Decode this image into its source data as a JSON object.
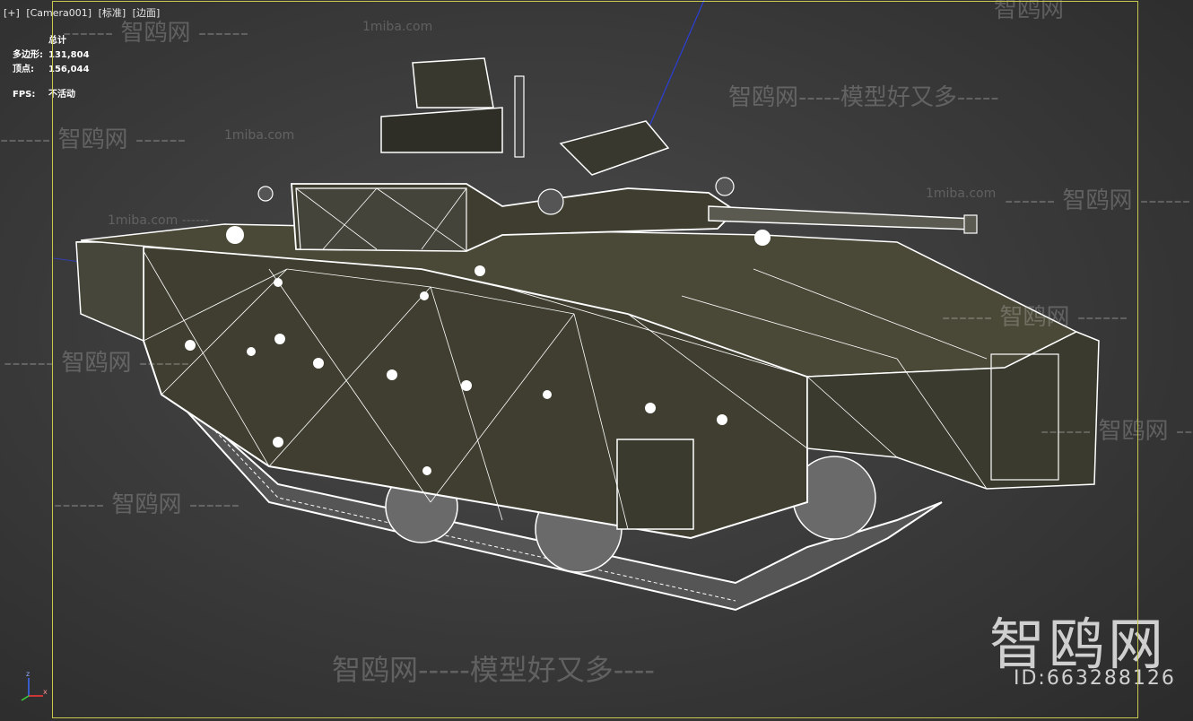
{
  "viewport": {
    "label_items": [
      "[+]",
      "[Camera001]",
      "[标准]",
      "[边面]"
    ]
  },
  "stats": {
    "title": "总计",
    "polygons_label": "多边形:",
    "polygons_value": "131,804",
    "vertices_label": "顶点:",
    "vertices_value": "156,044",
    "fps_label": "FPS:",
    "fps_value": "不活动"
  },
  "watermarks": {
    "brand": "智鸥网",
    "slogan_line": "智鸥网-----模型好又多-----",
    "dashes_brand": "------ 智鸥网 ------",
    "site": "1miba.com",
    "site_dashes": "1miba.com ------",
    "bottom_slogan": "智鸥网-----模型好又多----",
    "logo_big": "智鸥网",
    "logo_id": "ID:663288126"
  },
  "gizmo": {
    "z": "z",
    "x": "x"
  },
  "colors": {
    "frame": "#c8c850",
    "wire": "#ffffff",
    "body": "#3f3e30"
  }
}
